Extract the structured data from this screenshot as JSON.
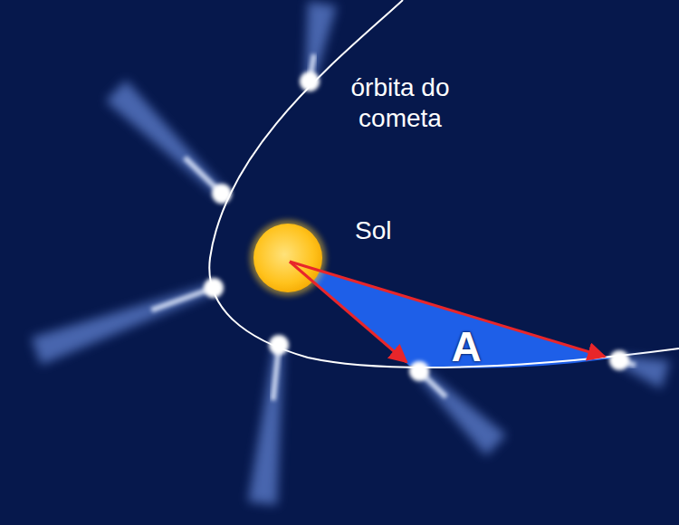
{
  "diagram": {
    "labels": [
      "órbita do cometa",
      "Sol",
      "A"
    ]
  }
}
